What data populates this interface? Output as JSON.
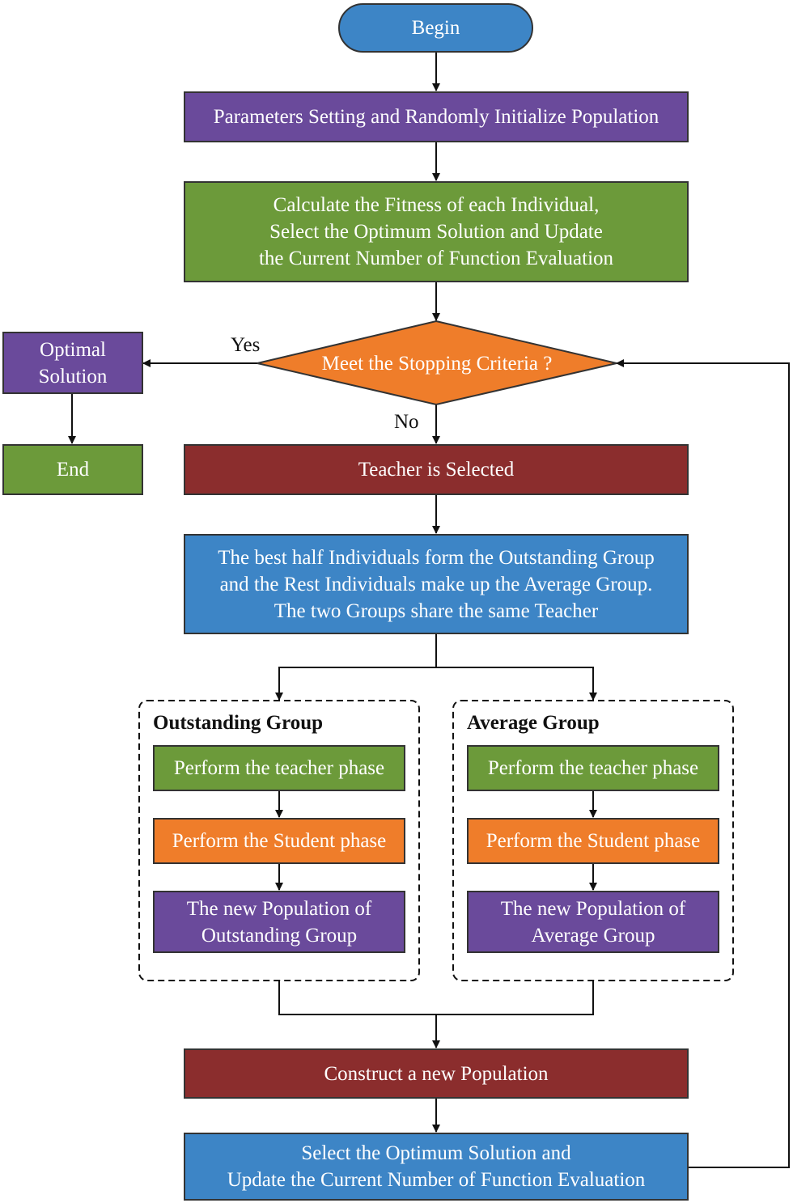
{
  "nodes": {
    "begin": "Begin",
    "init": "Parameters Setting and Randomly Initialize Population",
    "fitness": "Calculate the Fitness of each Individual,\nSelect the Optimum Solution and Update\nthe Current Number of Function Evaluation",
    "decision": "Meet the Stopping Criteria ?",
    "optimal": "Optimal\nSolution",
    "end": "End",
    "teacher": "Teacher is Selected",
    "split": "The best half Individuals form the Outstanding Group\nand the Rest Individuals make up the Average Group.\nThe two Groups share the same Teacher",
    "construct": "Construct a new Population",
    "final": "Select the Optimum Solution and\nUpdate the Current Number of Function Evaluation"
  },
  "labels": {
    "yes": "Yes",
    "no": "No"
  },
  "groups": {
    "outstanding": {
      "title": "Outstanding Group",
      "teacher_phase": "Perform the teacher phase",
      "student_phase": "Perform the Student phase",
      "new_population": "The new Population of\nOutstanding Group"
    },
    "average": {
      "title": "Average Group",
      "teacher_phase": "Perform the teacher phase",
      "student_phase": "Perform the Student phase",
      "new_population": "The new Population of\nAverage Group"
    }
  },
  "colors": {
    "blue": "#3d85c6",
    "purple": "#6a4a9b",
    "green": "#6c9a3a",
    "orange": "#ef7d2a",
    "red": "#8b2d2d",
    "line": "#111111"
  }
}
